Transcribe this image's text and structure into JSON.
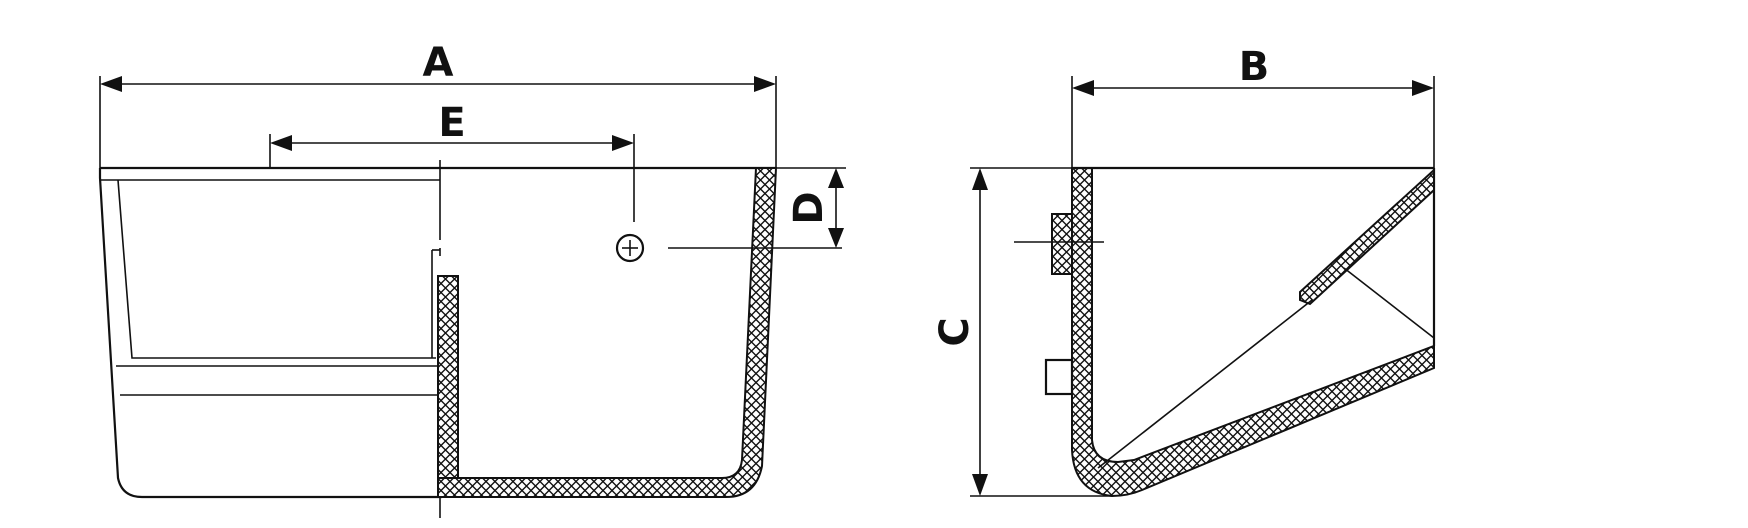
{
  "diagram": {
    "front_view": {
      "dim_labels": {
        "a": "A",
        "e": "E",
        "d": "D"
      }
    },
    "side_view": {
      "dim_labels": {
        "b": "B",
        "c": "C"
      }
    }
  }
}
